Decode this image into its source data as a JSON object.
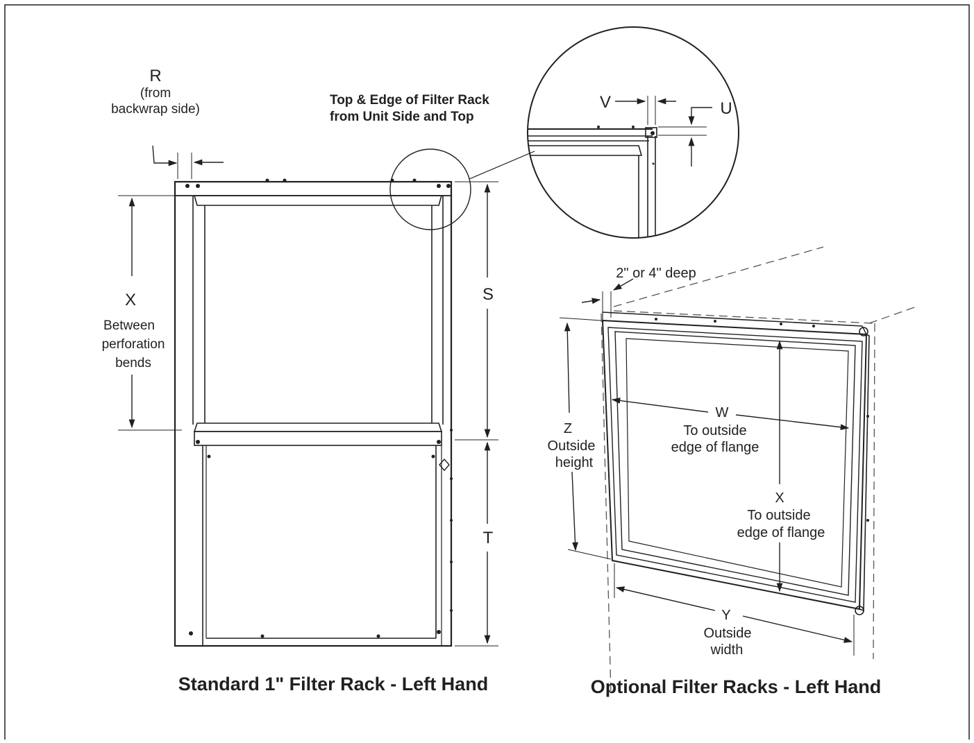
{
  "left_figure": {
    "title": "Standard 1\" Filter Rack - Left Hand",
    "label_R": "R",
    "label_R_note_1": "(from",
    "label_R_note_2": "backwrap side)",
    "label_S": "S",
    "label_T": "T",
    "label_X": "X",
    "label_X_note_1": "Between",
    "label_X_note_2": "perforation",
    "label_X_note_3": "bends"
  },
  "detail_callout": {
    "caption_1": "Top & Edge of Filter Rack",
    "caption_2": "from Unit Side and Top",
    "label_V": "V",
    "label_U": "U"
  },
  "right_figure": {
    "title": "Optional Filter Racks - Left Hand",
    "depth_note": "2\" or 4\" deep",
    "label_W": "W",
    "label_W_note_1": "To outside",
    "label_W_note_2": "edge of flange",
    "label_X": "X",
    "label_X_note_1": "To outside",
    "label_X_note_2": "edge of flange",
    "label_Y": "Y",
    "label_Y_note_1": "Outside",
    "label_Y_note_2": "width",
    "label_Z": "Z",
    "label_Z_note_1": "Outside",
    "label_Z_note_2": "height"
  }
}
